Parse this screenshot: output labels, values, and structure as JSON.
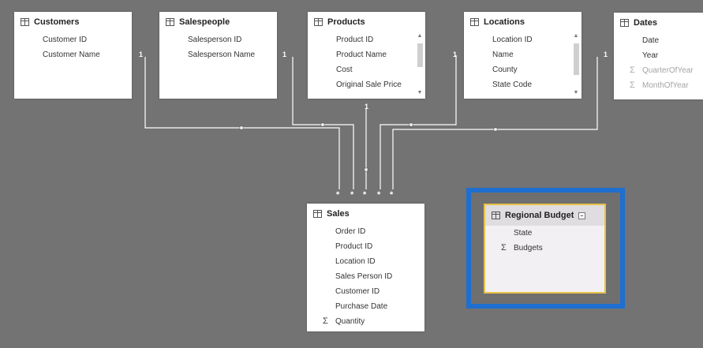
{
  "tables": {
    "customers": {
      "title": "Customers",
      "fields": [
        "Customer ID",
        "Customer Name"
      ],
      "cardinality": "1"
    },
    "salespeople": {
      "title": "Salespeople",
      "fields": [
        "Salesperson ID",
        "Salesperson Name"
      ],
      "cardinality": "1"
    },
    "products": {
      "title": "Products",
      "fields": [
        "Product ID",
        "Product Name",
        "Cost",
        "Original Sale Price"
      ],
      "cardinality": "1"
    },
    "locations": {
      "title": "Locations",
      "fields": [
        "Location ID",
        "Name",
        "County",
        "State Code"
      ],
      "cardinality": "1"
    },
    "dates": {
      "title": "Dates",
      "fields": [
        "Date",
        "Year",
        "QuarterOfYear",
        "MonthOfYear"
      ],
      "cardinality": "1"
    },
    "sales": {
      "title": "Sales",
      "fields": [
        "Order ID",
        "Product ID",
        "Location ID",
        "Sales Person ID",
        "Customer ID",
        "Purchase Date",
        "Quantity"
      ],
      "many_marker": "*"
    },
    "regional_budget": {
      "title": "Regional Budget",
      "fields": [
        "State",
        "Budgets"
      ]
    }
  },
  "icons": {
    "table": "table-icon",
    "sum": "sigma-icon",
    "collapse": "collapse-icon"
  },
  "colors": {
    "canvas": "#737373",
    "selection_frame": "#1e6fd0",
    "selected_card_border": "#e8c24a",
    "relationship_line": "#ffffff"
  }
}
